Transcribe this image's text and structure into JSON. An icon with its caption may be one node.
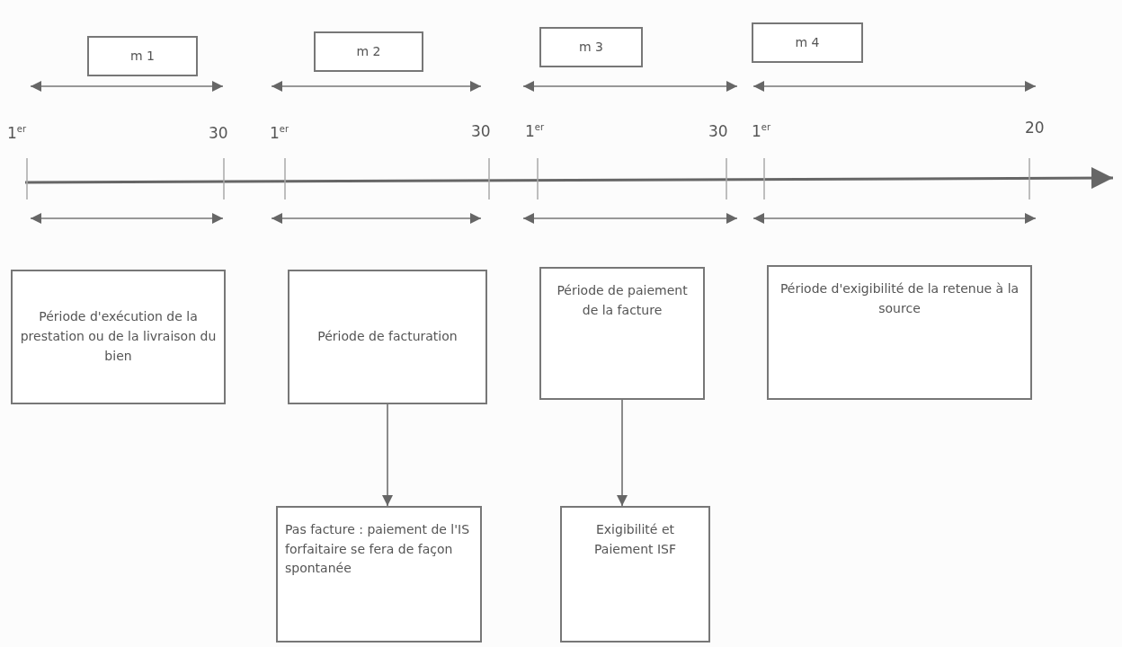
{
  "diagram": {
    "nodes": [
      {
        "text": [
          "m 1"
        ]
      },
      {
        "text": [
          "m 2"
        ]
      },
      {
        "text": [
          "m 3"
        ]
      },
      {
        "text": [
          "m 4"
        ]
      },
      {
        "text": [
          "Période d'exécution de la prestation ou de la livraison du bien"
        ]
      },
      {
        "text": [
          "Période de facturation"
        ]
      },
      {
        "text": [
          "Période de paiement de la facture"
        ]
      },
      {
        "text": [
          "Période d'exigibilité de la retenue à la source"
        ]
      },
      {
        "text": [
          "Pas facture : paiement de l'IS forfaitaire se fera de façon spontanée"
        ]
      },
      {
        "text": [
          "Exigibilité et Paiement ISF"
        ]
      }
    ],
    "edges": [
      {
        "from": 5,
        "to": 8,
        "arrow": "to"
      },
      {
        "from": 6,
        "to": 9,
        "arrow": "to"
      }
    ],
    "labels": [
      "1$^{er}$",
      "30",
      "1$^{er}$",
      "30",
      "1$^{er}$",
      "30",
      "1$^{er}$",
      "20"
    ]
  }
}
